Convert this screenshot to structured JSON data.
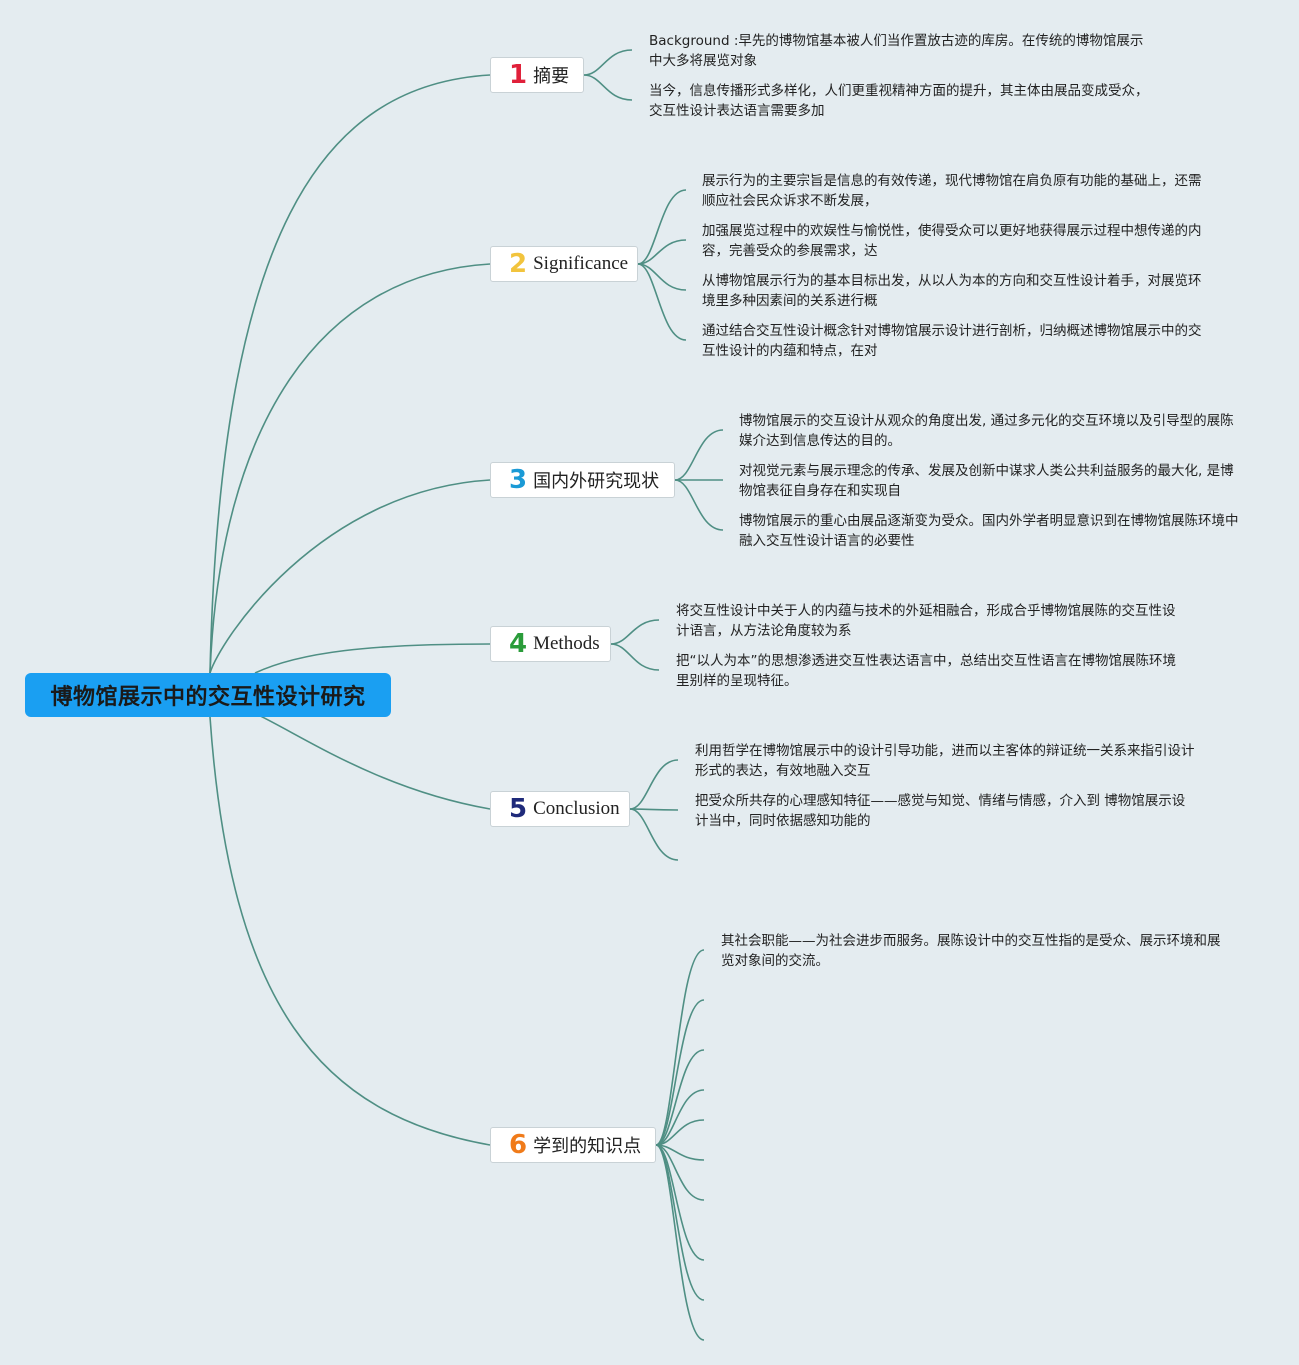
{
  "root": {
    "title": "博物馆展示中的交互性设计研究"
  },
  "colors": {
    "root_fill": "#1a9ff2",
    "link": "#4f8f84",
    "topic_numbers": [
      "#e0203a",
      "#f2c43d",
      "#1a9ad6",
      "#2a9c3a",
      "#1f2a7a",
      "#f07b1a"
    ]
  },
  "topics": [
    {
      "number": "1",
      "label": "摘要",
      "leaves": [
        "Background :早先的博物馆基本被人们当作置放古迹的库房。在传统的博物馆展示中大多将展览对象",
        "当今，信息传播形式多样化，人们更重视精神方面的提升，其主体由展品变成受众，交互性设计表达语言需要多加"
      ]
    },
    {
      "number": "2",
      "label": "Significance",
      "leaves": [
        "展示行为的主要宗旨是信息的有效传递，现代博物馆在肩负原有功能的基础上，还需顺应社会民众诉求不断发展，",
        "加强展览过程中的欢娱性与愉悦性，使得受众可以更好地获得展示过程中想传递的内容，完善受众的参展需求，达",
        "从博物馆展示行为的基本目标出发，从以人为本的方向和交互性设计着手，对展览环境里多种因素间的关系进行概",
        "通过结合交互性设计概念针对博物馆展示设计进行剖析，归纳概述博物馆展示中的交互性设计的内蕴和特点，在对"
      ]
    },
    {
      "number": "3",
      "label": "国内外研究现状",
      "leaves": [
        "博物馆展示的交互设计从观众的角度出发, 通过多元化的交互环境以及引导型的展陈媒介达到信息传达的目的。",
        "对视觉元素与展示理念的传承、发展及创新中谋求人类公共利益服务的最大化, 是博物馆表征自身存在和实现自",
        "博物馆展示的重心由展品逐渐变为受众。国内外学者明显意识到在博物馆展陈环境中融入交互性设计语言的必要性"
      ]
    },
    {
      "number": "4",
      "label": "Methods",
      "leaves": [
        "将交互性设计中关于人的内蕴与技术的外延相融合，形成合乎博物馆展陈的交互性设计语言，从方法论角度较为系",
        "把“以人为本”的思想渗透进交互性表达语言中，总结出交互性语言在博物馆展陈环境里别样的呈现特征。"
      ]
    },
    {
      "number": "5",
      "label": "Conclusion",
      "leaves": [
        "利用哲学在博物馆展示中的设计引导功能，进而以主客体的辩证统一关系来指引设计形式的表达，有效地融入交互",
        "把受众所共存的心理感知特征——感觉与知觉、情绪与情感，介入到 博物馆展示设计当中，同时依据感知功能的",
        ""
      ]
    },
    {
      "number": "6",
      "label": "学到的知识点",
      "leaves": [
        "其社会职能——为社会进步而服务。展陈设计中的交互性指的是受众、展示环境和展览对象间的交流。",
        "",
        "",
        "",
        "",
        "",
        "",
        "",
        "",
        ""
      ]
    }
  ]
}
